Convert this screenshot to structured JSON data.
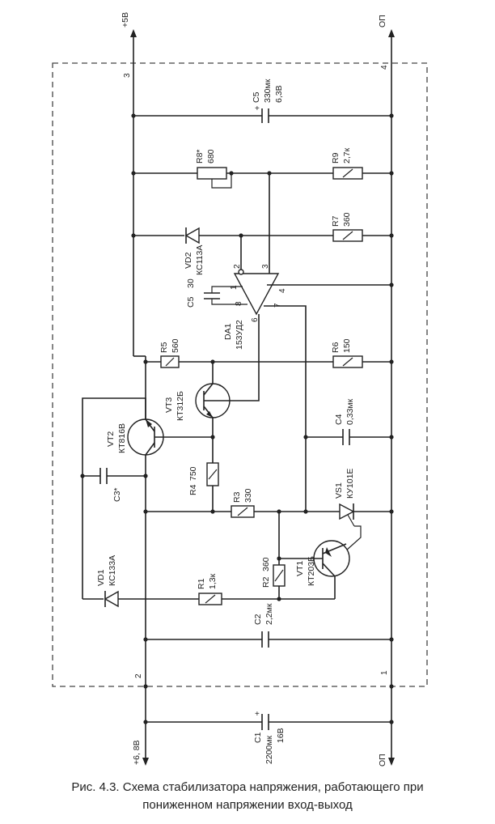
{
  "terminals": {
    "plus5": "+5В",
    "plus6_8": "+6, 8В",
    "op_top": "ОП",
    "op_bottom": "ОП",
    "pin1": "1",
    "pin2": "2",
    "pin3": "3",
    "pin4": "4"
  },
  "components": {
    "C1": {
      "ref": "C1",
      "value": "2200мк",
      "value2": "16В"
    },
    "C2": {
      "ref": "C2",
      "value": "2,2мк"
    },
    "C3": {
      "ref": "C3*"
    },
    "C4": {
      "ref": "C4",
      "value": "0,33мк"
    },
    "C5_top": {
      "ref": "C5",
      "value": "330мк",
      "value2": "6,3В"
    },
    "C5_comp": {
      "ref": "C5",
      "value": "30"
    },
    "R1": {
      "ref": "R1",
      "value": "1,3к"
    },
    "R2": {
      "ref": "R2",
      "value": "360"
    },
    "R3": {
      "ref": "R3",
      "value": "330"
    },
    "R4": {
      "ref": "R4",
      "value": "750"
    },
    "R5": {
      "ref": "R5",
      "value": "560"
    },
    "R6": {
      "ref": "R6",
      "value": "150"
    },
    "R7": {
      "ref": "R7",
      "value": "360"
    },
    "R8": {
      "ref": "R8*",
      "value": "680"
    },
    "R9": {
      "ref": "R9",
      "value": "2,7к"
    },
    "VD1": {
      "ref": "VD1",
      "value": "КС133А"
    },
    "VD2": {
      "ref": "VD2",
      "value": "КС113А"
    },
    "VS1": {
      "ref": "VS1",
      "value": "КУ101Е"
    },
    "VT1": {
      "ref": "VT1",
      "value": "КТ203Б"
    },
    "VT2": {
      "ref": "VT2",
      "value": "КТ816В"
    },
    "VT3": {
      "ref": "VT3",
      "value": "КТ312Б"
    },
    "DA1": {
      "ref": "DA1",
      "value": "153УД2",
      "pins": {
        "p2": "2",
        "p3": "3",
        "p1": "1",
        "p8": "8",
        "p4": "4",
        "p7": "7",
        "p6": "6"
      }
    }
  },
  "caption": {
    "line1": "Рис. 4.3. Схема стабилизатора напряжения, работающего при",
    "line2": "пониженном напряжении вход-выход"
  }
}
